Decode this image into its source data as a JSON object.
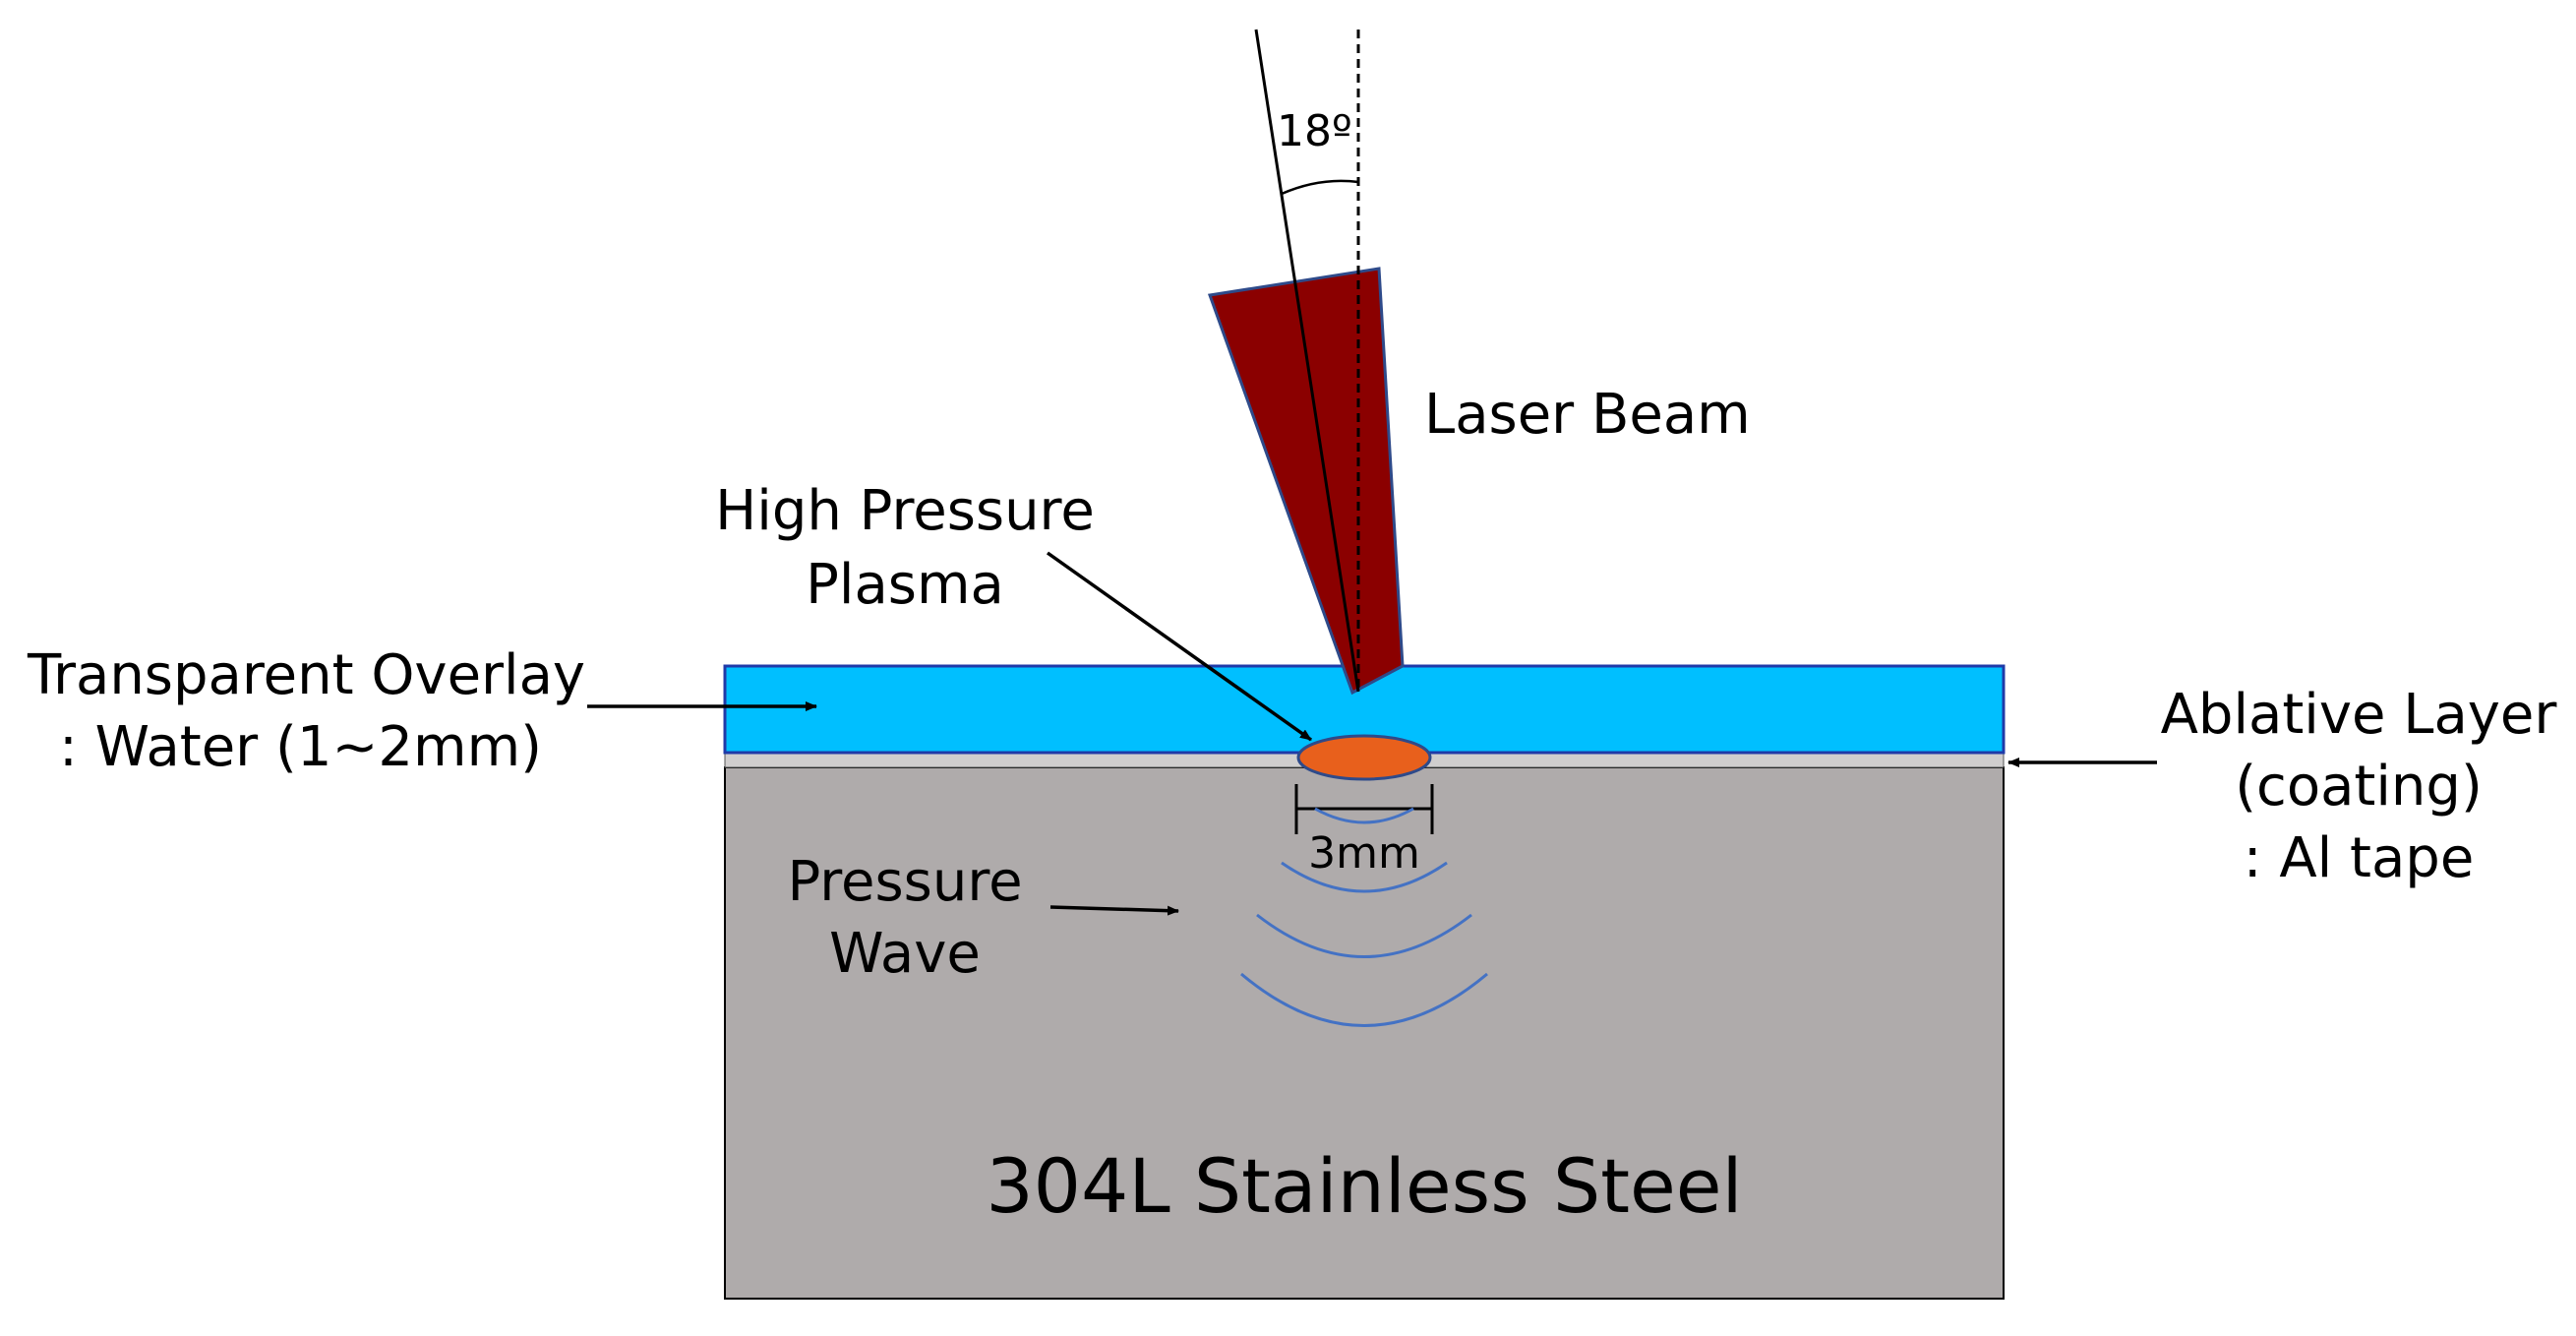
{
  "diagram": {
    "angle_label": "18º",
    "laser_label": "Laser Beam",
    "plasma_label": [
      "High Pressure",
      "Plasma"
    ],
    "overlay_label": [
      "Transparent Overlay",
      ": Water (1~2mm)"
    ],
    "ablative_label": [
      "Ablative Layer",
      "(coating)",
      ": Al tape"
    ],
    "spot_label": "3mm",
    "wave_label": [
      "Pressure",
      "Wave"
    ],
    "substrate_label": "304L Stainless Steel"
  },
  "colors": {
    "water": "#00bfff",
    "water_border": "#1f3aa8",
    "ablative": "#d0cece",
    "steel": "#afabab",
    "laser": "#8b0000",
    "plasma": "#e8601c",
    "wave": "#4472c4"
  }
}
